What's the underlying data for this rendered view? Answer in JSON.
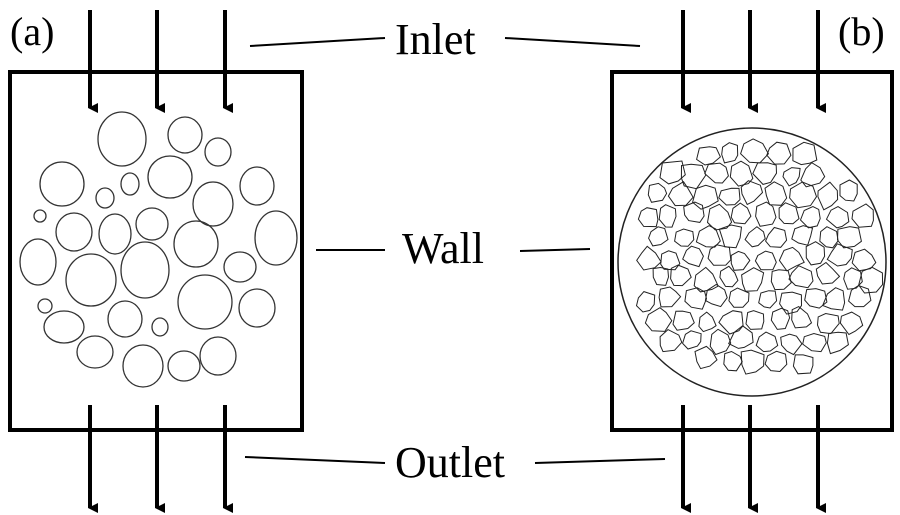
{
  "panels": [
    {
      "label": "(a)"
    },
    {
      "label": "(b)"
    }
  ],
  "callouts": {
    "inlet": "Inlet",
    "wall": "Wall",
    "outlet": "Outlet"
  }
}
